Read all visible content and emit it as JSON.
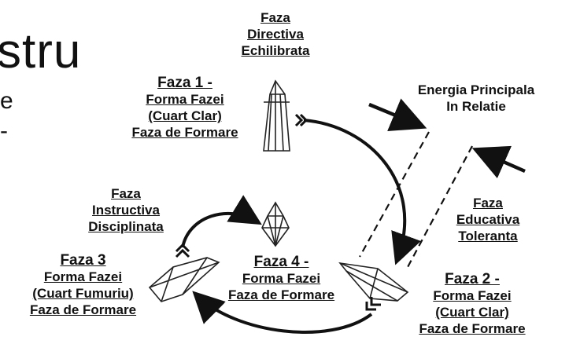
{
  "fragments": {
    "big_word": "stru",
    "small_letter": "e",
    "small_mark": "-"
  },
  "top_phase": {
    "line1": "Faza",
    "line2": "Directiva",
    "line3": "Echilibrata"
  },
  "phase1": {
    "head": "Faza 1 -",
    "line1": "Forma Fazei",
    "line2": "(Cuart Clar)",
    "line3": "Faza de Formare"
  },
  "energy": {
    "line1": "Energia Principala",
    "line2": "In Relatie"
  },
  "instructive": {
    "line1": "Faza",
    "line2": "Instructiva",
    "line3": "Disciplinata"
  },
  "educative": {
    "line1": "Faza",
    "line2": "Educativa",
    "line3": "Toleranta"
  },
  "phase3": {
    "head": "Faza 3",
    "line1": "Forma Fazei",
    "line2": "(Cuart Fumuriu)",
    "line3": "Faza de Formare"
  },
  "phase4": {
    "head": "Faza 4 -",
    "line1": "Forma Fazei",
    "line2": "Faza de Formare"
  },
  "phase2": {
    "head": "Faza 2 -",
    "line1": "Forma Fazei",
    "line2": "(Cuart Clar)",
    "line3": "Faza de Formare"
  }
}
